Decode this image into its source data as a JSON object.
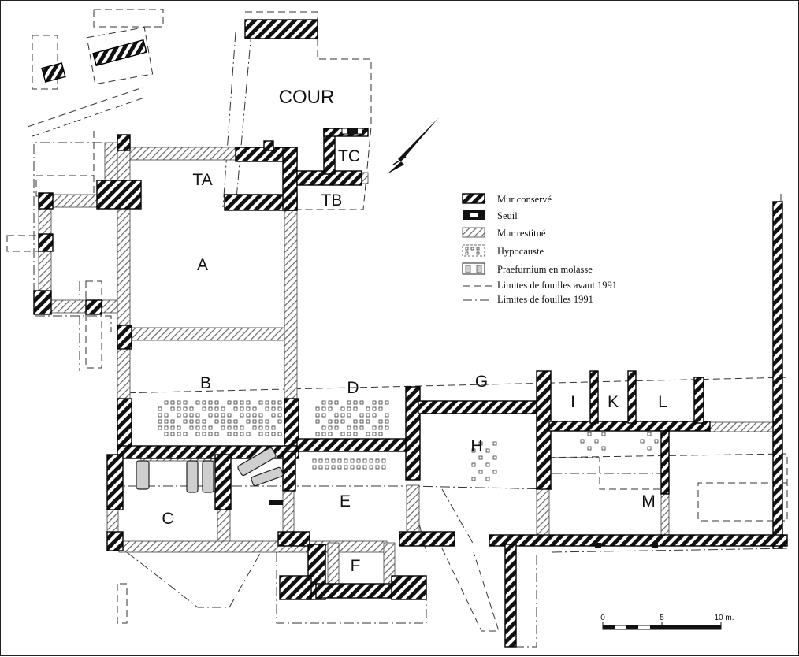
{
  "plan": {
    "rooms": {
      "cour": "COUR",
      "ta": "TA",
      "tb": "TB",
      "tc": "TC",
      "a": "A",
      "b": "B",
      "c": "C",
      "d": "D",
      "e": "E",
      "f": "F",
      "g": "G",
      "h": "H",
      "i": "I",
      "k": "K",
      "l": "L",
      "m": "M"
    }
  },
  "legend": {
    "items": [
      {
        "label": "Mur conservé",
        "symbol": "hatch-dark"
      },
      {
        "label": "Seuil",
        "symbol": "threshold"
      },
      {
        "label": "Mur restitué",
        "symbol": "hatch-light"
      },
      {
        "label": "Hypocauste",
        "symbol": "pilae-grid"
      },
      {
        "label": "Praefurnium en molasse",
        "symbol": "praefurnium"
      },
      {
        "label": "Limites de fouilles avant 1991",
        "symbol": "dashed-line"
      },
      {
        "label": "Limites de fouilles 1991",
        "symbol": "dash-dot-line"
      }
    ]
  },
  "scale": {
    "ticks": [
      "0",
      "5",
      "10 m."
    ]
  },
  "north_arrow": {
    "icon": "north-arrow-icon"
  }
}
